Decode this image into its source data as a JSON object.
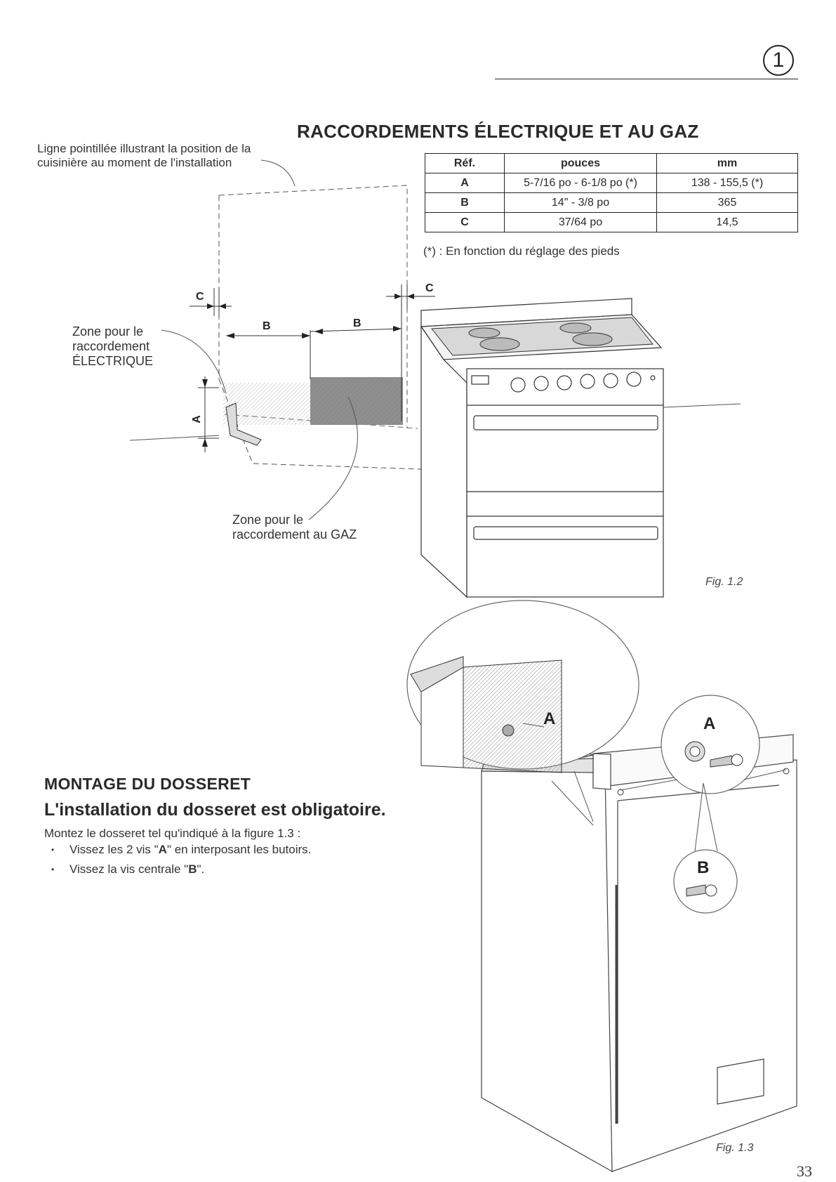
{
  "chapter": {
    "number": "1"
  },
  "page_number": "33",
  "section1": {
    "title": "RACCORDEMENTS ÉLECTRIQUE ET AU GAZ",
    "dashed_note_line1": "Ligne pointillée illustrant la position de la",
    "dashed_note_line2": "cuisinière au moment de l'installation",
    "table": {
      "headers": [
        "Réf.",
        "pouces",
        "mm"
      ],
      "rows": [
        [
          "A",
          "5-7/16 po - 6-1/8 po (*)",
          "138 - 155,5 (*)"
        ],
        [
          "B",
          "14\" - 3/8 po",
          "365"
        ],
        [
          "C",
          "37/64 po",
          "14,5"
        ]
      ],
      "footnote": "(*) : En fonction du réglage des pieds"
    },
    "dim_labels": {
      "a": "A",
      "b": "B",
      "c": "C"
    },
    "electric_zone": [
      "Zone pour le",
      "raccordement",
      "ÉLECTRIQUE"
    ],
    "gas_zone": [
      "Zone pour le",
      "raccordement au GAZ"
    ],
    "figure": "Fig. 1.2"
  },
  "section2": {
    "title": "MONTAGE DU DOSSERET",
    "subtitle": "L'installation du dosseret est obligatoire.",
    "intro": "Montez le dosseret tel qu'indiqué à la figure 1.3 :",
    "steps": [
      {
        "before": "Vissez les 2 vis \"",
        "bold": "A",
        "after": "\" en interposant les butoirs."
      },
      {
        "before": "Vissez la vis centrale \"",
        "bold": "B",
        "after": "\"."
      }
    ],
    "callouts": {
      "a": "A",
      "b": "B"
    },
    "figure": "Fig. 1.3"
  }
}
